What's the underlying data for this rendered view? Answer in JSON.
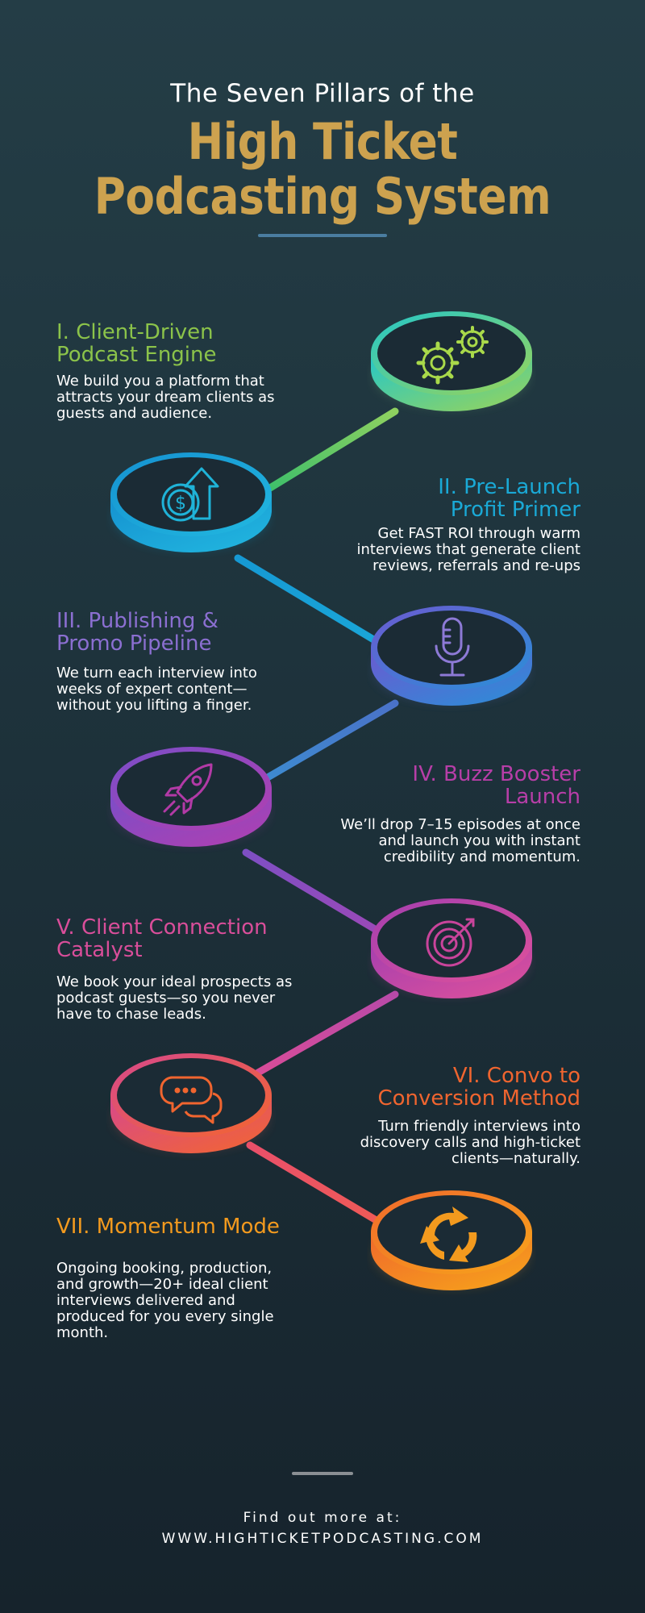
{
  "header": {
    "pre_title": "The Seven Pillars of the",
    "title_line1": "High Ticket",
    "title_line2": "Podcasting System"
  },
  "colors": {
    "title_gold": "#cda24f",
    "underline": "#4a7da0",
    "pillar1": "#8bc34a",
    "pillar2": "#1aa9d6",
    "pillar3": "#8b6fd1",
    "pillar4": "#b73ea8",
    "pillar5": "#d94e9a",
    "pillar6": "#f0652f",
    "pillar7": "#f39a1e"
  },
  "pillars": [
    {
      "title_lines": [
        "I. Client-Driven",
        "Podcast Engine"
      ],
      "desc_lines": [
        "We build you a platform that",
        "attracts your dream clients as",
        "guests and audience."
      ],
      "icon": "gears-icon"
    },
    {
      "title_lines": [
        "II. Pre-Launch",
        "Profit Primer"
      ],
      "desc_lines": [
        "Get FAST ROI through warm",
        "interviews that generate client",
        "reviews, referrals and re-ups"
      ],
      "icon": "dollar-growth-icon"
    },
    {
      "title_lines": [
        "III. Publishing &",
        "Promo Pipeline"
      ],
      "desc_lines": [
        "We turn each interview into",
        "weeks of expert content—",
        "without you lifting a finger."
      ],
      "icon": "microphone-icon"
    },
    {
      "title_lines": [
        "IV. Buzz Booster",
        "Launch"
      ],
      "desc_lines": [
        "We’ll drop 7–15 episodes at once",
        "and launch you with instant",
        "credibility and momentum."
      ],
      "icon": "rocket-icon"
    },
    {
      "title_lines": [
        "V. Client Connection",
        "Catalyst"
      ],
      "desc_lines": [
        "We book your ideal prospects as",
        "podcast guests—so you never",
        "have to chase leads."
      ],
      "icon": "target-icon"
    },
    {
      "title_lines": [
        "VI. Convo to",
        "Conversion Method"
      ],
      "desc_lines": [
        "Turn friendly interviews into",
        "discovery calls and high-ticket",
        "clients—naturally."
      ],
      "icon": "chat-bubbles-icon"
    },
    {
      "title_lines": [
        "VII. Momentum Mode"
      ],
      "desc_lines": [
        "Ongoing booking, production,",
        "and growth—20+ ideal client",
        "interviews delivered and",
        "produced for you every single",
        "month."
      ],
      "icon": "refresh-cycle-icon"
    }
  ],
  "footer": {
    "cta": "Find out more at:",
    "url": "WWW.HIGHTICKETPODCASTING.COM"
  }
}
